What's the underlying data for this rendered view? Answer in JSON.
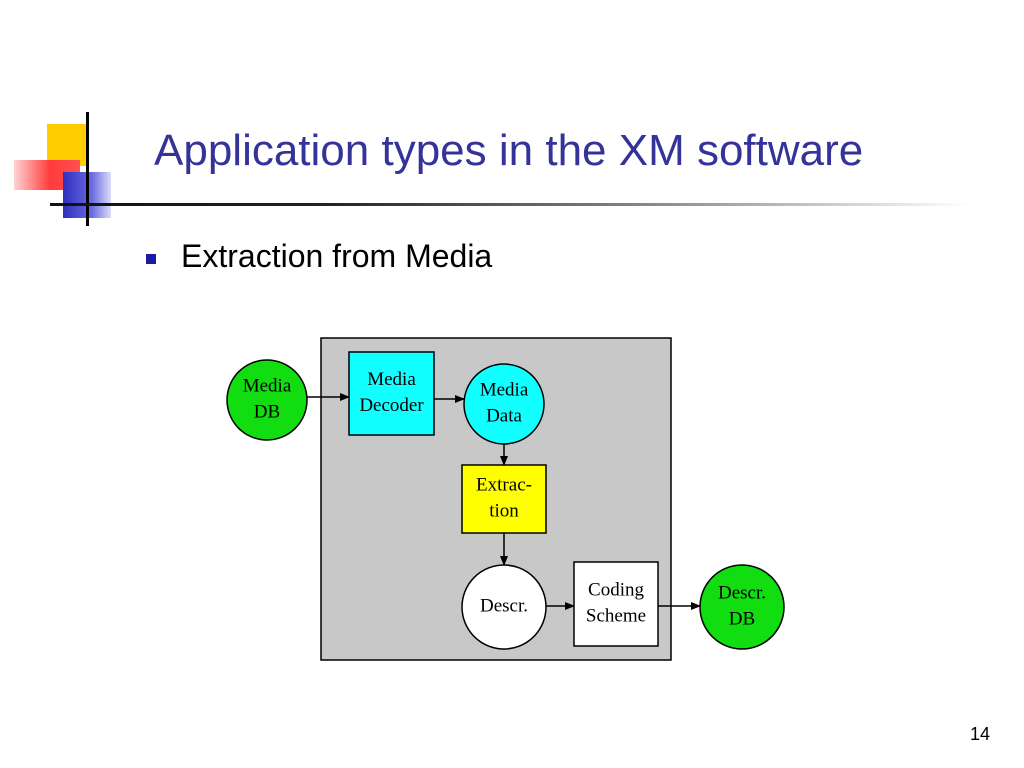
{
  "slide": {
    "title": "Application types in the XM software",
    "bullet": "Extraction from Media",
    "page_number": "14"
  },
  "diagram": {
    "nodes": [
      {
        "id": "media-db",
        "shape": "circle",
        "color": "#11dd11",
        "lines": [
          "Media",
          "DB"
        ]
      },
      {
        "id": "media-decoder",
        "shape": "rect",
        "color": "#11ffff",
        "lines": [
          "Media",
          "Decoder"
        ]
      },
      {
        "id": "media-data",
        "shape": "circle",
        "color": "#11ffff",
        "lines": [
          "Media",
          "Data"
        ]
      },
      {
        "id": "extraction",
        "shape": "rect",
        "color": "#ffff00",
        "lines": [
          "Extrac-",
          "tion"
        ]
      },
      {
        "id": "descr",
        "shape": "circle",
        "color": "#ffffff",
        "lines": [
          "Descr."
        ]
      },
      {
        "id": "coding-scheme",
        "shape": "rect",
        "color": "#ffffff",
        "lines": [
          "Coding",
          "Scheme"
        ]
      },
      {
        "id": "descr-db",
        "shape": "circle",
        "color": "#11dd11",
        "lines": [
          "Descr.",
          "DB"
        ]
      }
    ],
    "edges": [
      {
        "from": "media-db",
        "to": "media-decoder"
      },
      {
        "from": "media-decoder",
        "to": "media-data"
      },
      {
        "from": "media-data",
        "to": "extraction"
      },
      {
        "from": "extraction",
        "to": "descr"
      },
      {
        "from": "descr",
        "to": "coding-scheme"
      },
      {
        "from": "coding-scheme",
        "to": "descr-db"
      }
    ],
    "container_color": "#c8c8c8"
  }
}
